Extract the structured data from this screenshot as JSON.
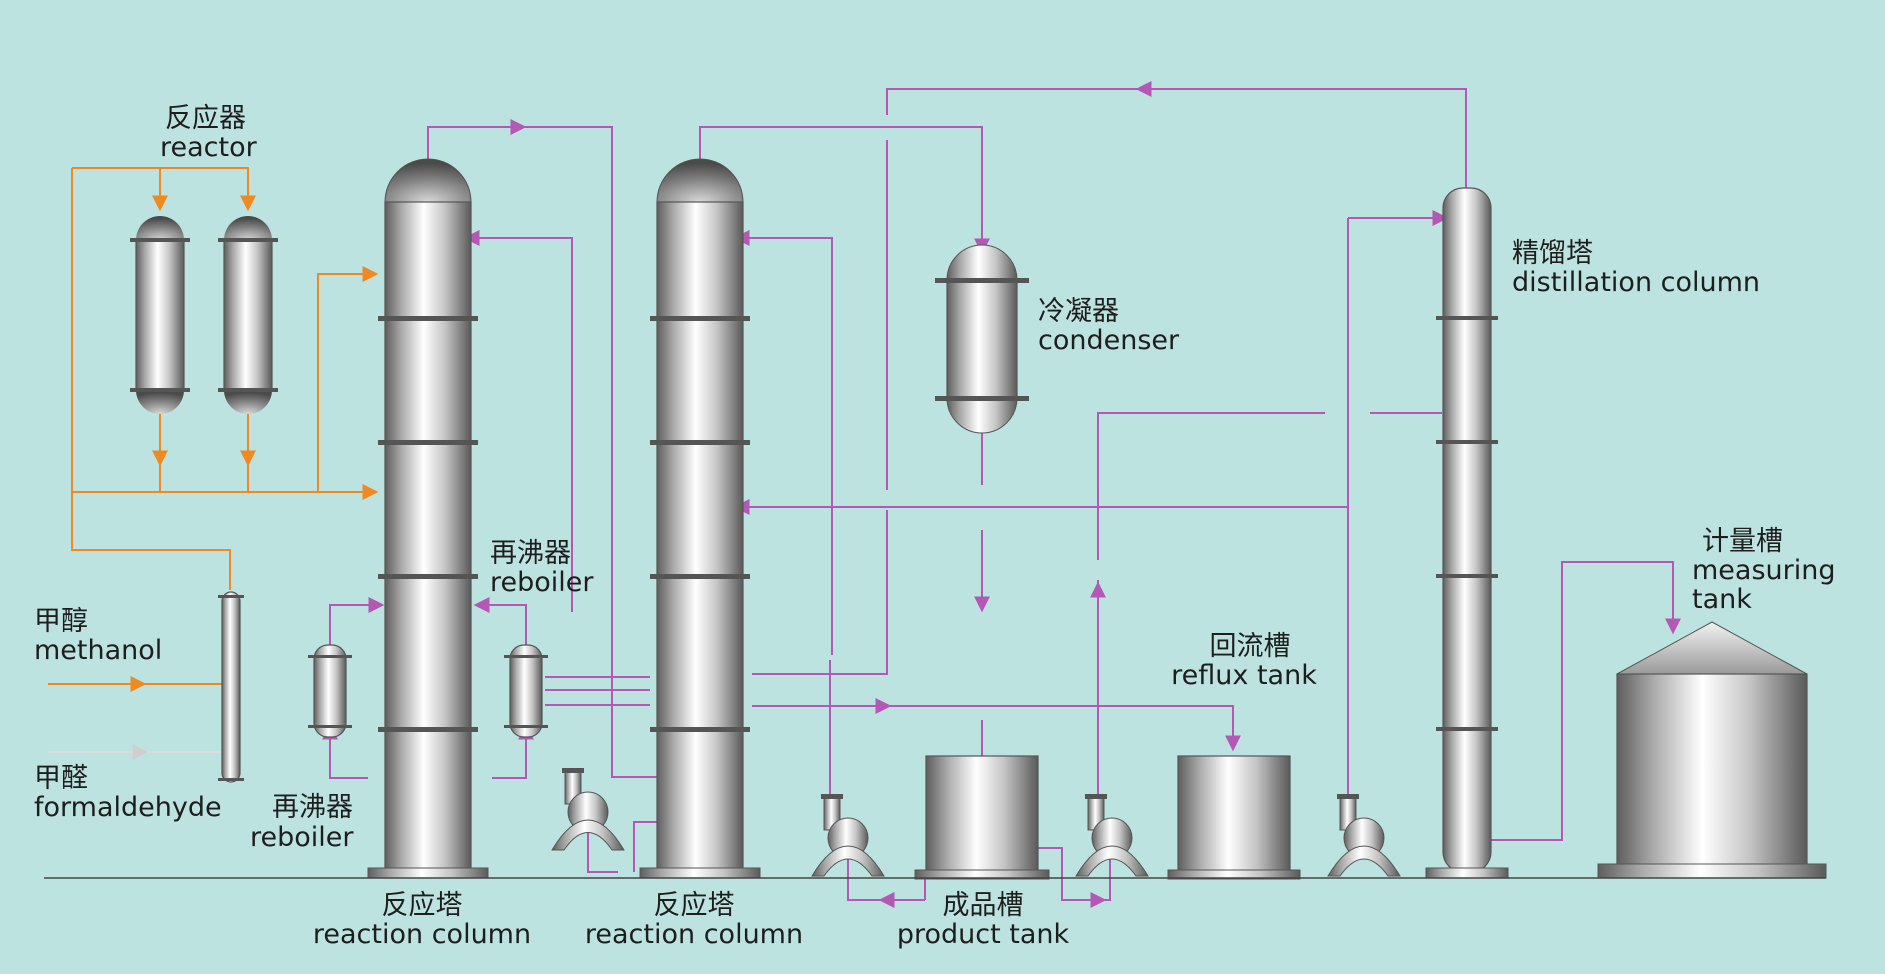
{
  "labels": {
    "reactor_cn": "反应器",
    "reactor_en": "reactor",
    "methanol_cn": "甲醇",
    "methanol_en": "methanol",
    "formaldehyde_cn": "甲醛",
    "formaldehyde_en": "formaldehyde",
    "reboiler_left_cn": "再沸器",
    "reboiler_left_en": "reboiler",
    "reboiler_right_cn": "再沸器",
    "reboiler_right_en": "reboiler",
    "reaction_column_1_cn": "反应塔",
    "reaction_column_1_en": "reaction column",
    "reaction_column_2_cn": "反应塔",
    "reaction_column_2_en": "reaction column",
    "condenser_cn": "冷凝器",
    "condenser_en": "condenser",
    "reflux_tank_cn": "回流槽",
    "reflux_tank_en": "reflux tank",
    "product_tank_cn": "成品槽",
    "product_tank_en": "product tank",
    "distillation_column_cn": "精馏塔",
    "distillation_column_en": "distillation column",
    "measuring_tank_cn": "计量槽",
    "measuring_tank_en": "measuring",
    "measuring_tank_en2": "tank"
  },
  "colors": {
    "background": "#bde3e0",
    "process_line": "#b458b6",
    "feed_line": "#ef8a22",
    "formaldehyde_line": "#dcdcdc",
    "ground_line": "#444444"
  }
}
